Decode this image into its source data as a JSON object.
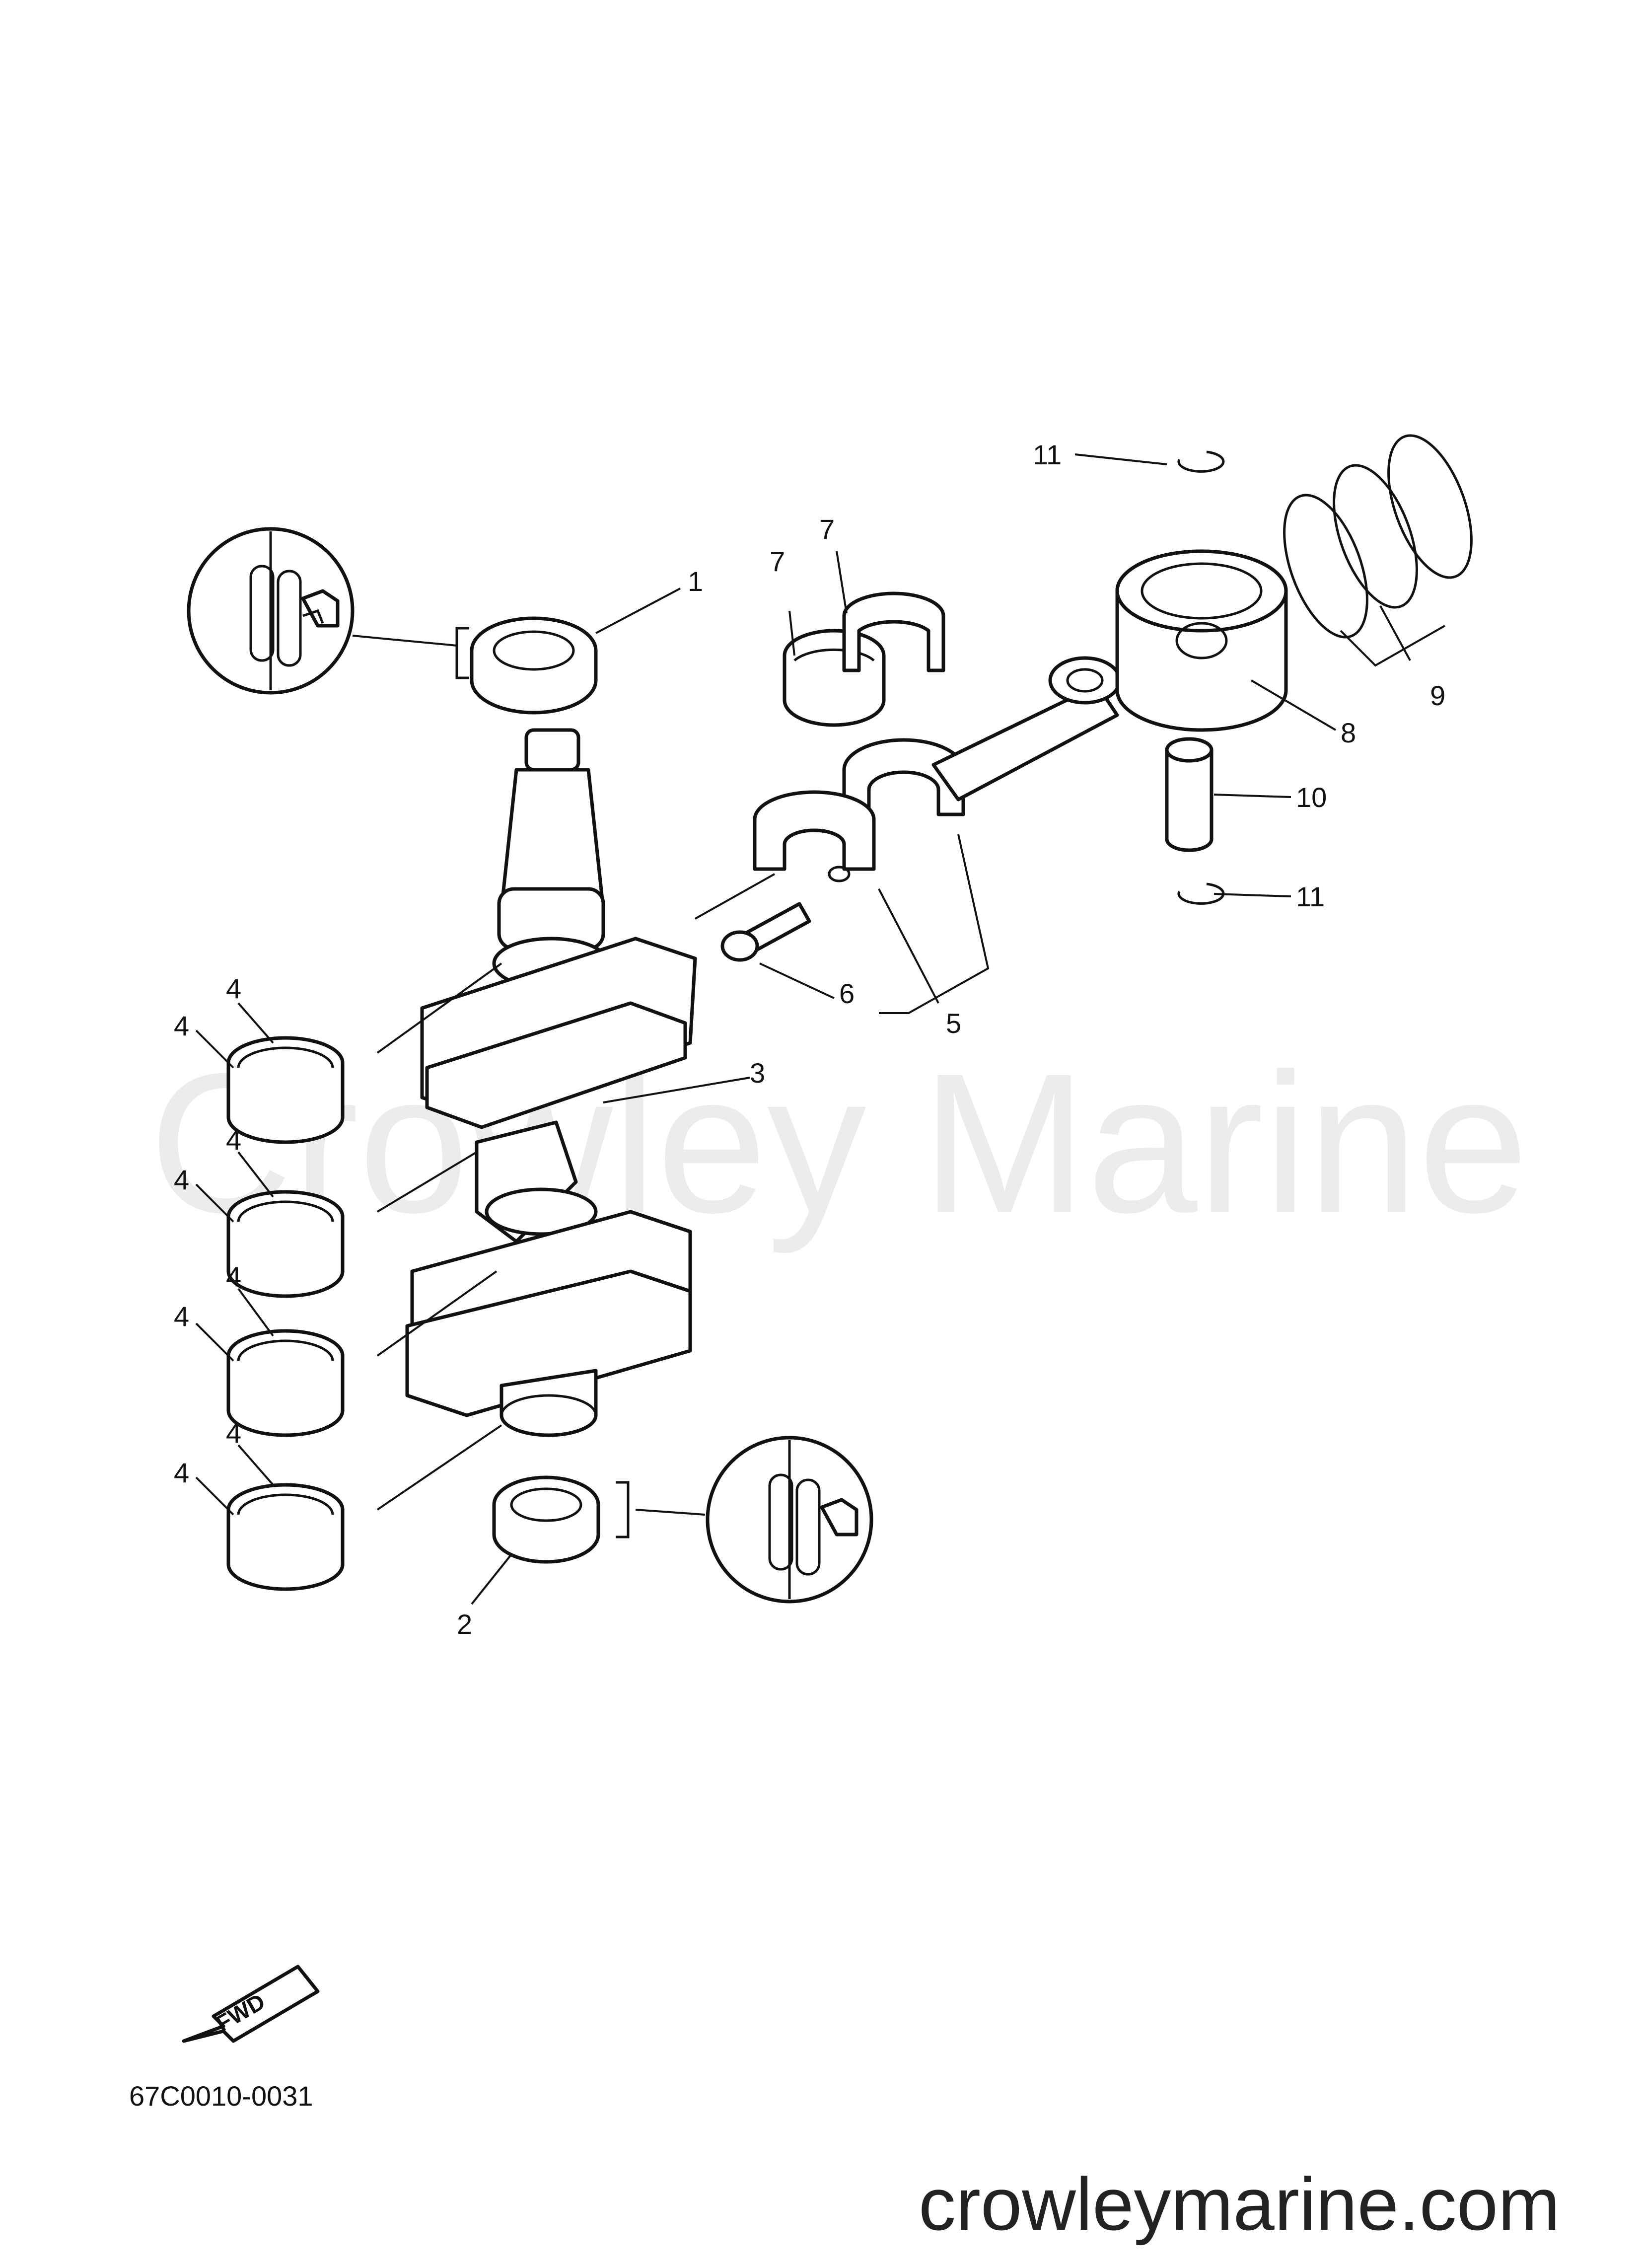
{
  "watermark": "Crowley Marine",
  "site_url": "crowleymarine.com",
  "diagram_code": "67C0010-0031",
  "fwd_label": "FWD",
  "callouts": {
    "c1": "1",
    "c2": "2",
    "c3": "3",
    "c4": "4",
    "c5": "5",
    "c6": "6",
    "c7": "7",
    "c8": "8",
    "c9": "9",
    "c10": "10",
    "c11": "11"
  }
}
